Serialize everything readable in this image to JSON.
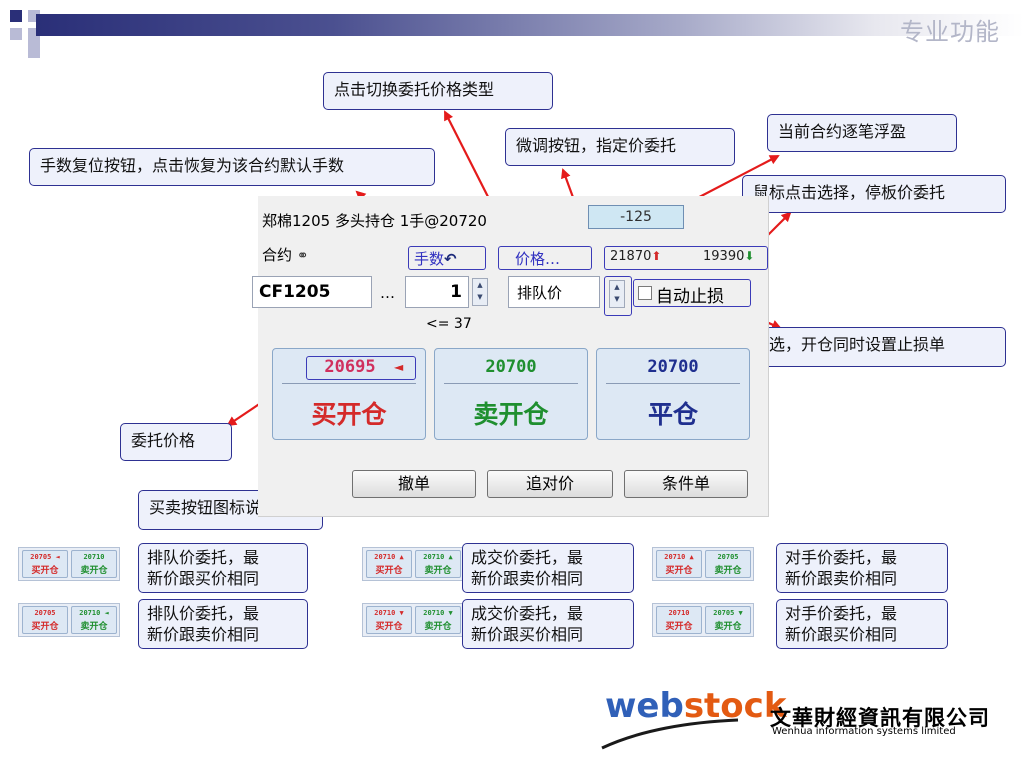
{
  "header": {
    "title": "专业功能"
  },
  "callouts": {
    "price_type": "点击切换委托价格类型",
    "qty_reset": "手数复位按钮，点击恢复为该合约默认手数",
    "fine_tune": "微调按钮，指定价委托",
    "float_pl": "当前合约逐笔浮盈",
    "limit_select": "鼠标点击选择，停板价委托",
    "stoploss_check": "勾选，开仓同时设置止损单",
    "order_price": "委托价格",
    "icon_desc": "买卖按钮图标说明"
  },
  "panel": {
    "position_info": "郑棉1205  多头持仓  1手@20720",
    "float_pl_value": "-125",
    "contract_label": "合约",
    "qty_label": "手数",
    "price_label": "价格…",
    "limit_up": "21870",
    "limit_down": "19390",
    "contract_code": "CF1205",
    "more": "…",
    "qty_value": "1",
    "price_type_value": "排队价",
    "auto_stop_label": "自动止损",
    "max_qty_hint": "<= 37",
    "buy_open": {
      "price": "20695",
      "label": "买开仓"
    },
    "sell_open": {
      "price": "20700",
      "label": "卖开仓"
    },
    "close": {
      "price": "20700",
      "label": "平仓"
    },
    "cancel_button": "撤单",
    "chase_button": "追对价",
    "conditional_button": "条件单"
  },
  "thumbnails": [
    {
      "buy_price": "20705",
      "buy_mark": "◄",
      "sell_price": "20710",
      "sell_mark": "",
      "buy_label": "买开仓",
      "sell_label": "卖开仓",
      "line1": "排队价委托，最",
      "line2": "新价跟买价相同"
    },
    {
      "buy_price": "20710",
      "buy_mark": "▲",
      "sell_price": "20710",
      "sell_mark": "▲",
      "buy_label": "买开仓",
      "sell_label": "卖开仓",
      "line1": "成交价委托，最",
      "line2": "新价跟卖价相同"
    },
    {
      "buy_price": "20710",
      "buy_mark": "▲",
      "sell_price": "20705",
      "sell_mark": "",
      "buy_label": "买开仓",
      "sell_label": "卖开仓",
      "line1": "对手价委托，最",
      "line2": "新价跟卖价相同"
    },
    {
      "buy_price": "20705",
      "buy_mark": "",
      "sell_price": "20710",
      "sell_mark": "◄",
      "buy_label": "买开仓",
      "sell_label": "卖开仓",
      "line1": "排队价委托，最",
      "line2": "新价跟卖价相同"
    },
    {
      "buy_price": "20710",
      "buy_mark": "▼",
      "sell_price": "20710",
      "sell_mark": "▼",
      "buy_label": "买开仓",
      "sell_label": "卖开仓",
      "line1": "成交价委托，最",
      "line2": "新价跟买价相同"
    },
    {
      "buy_price": "20710",
      "buy_mark": "",
      "sell_price": "20705",
      "sell_mark": "▼",
      "buy_label": "买开仓",
      "sell_label": "卖开仓",
      "line1": "对手价委托，最",
      "line2": "新价跟买价相同"
    }
  ],
  "logo": {
    "web": "web",
    "stock": "stock",
    "company_cn": "文華財經資訊有限公司",
    "company_en": "Wenhua information systems limited"
  },
  "colors": {
    "buy": "#d42a2a",
    "sell": "#1f8f2f",
    "close": "#1f2f8f",
    "callout_border": "#2e3192",
    "arrow": "#e41b1b"
  }
}
